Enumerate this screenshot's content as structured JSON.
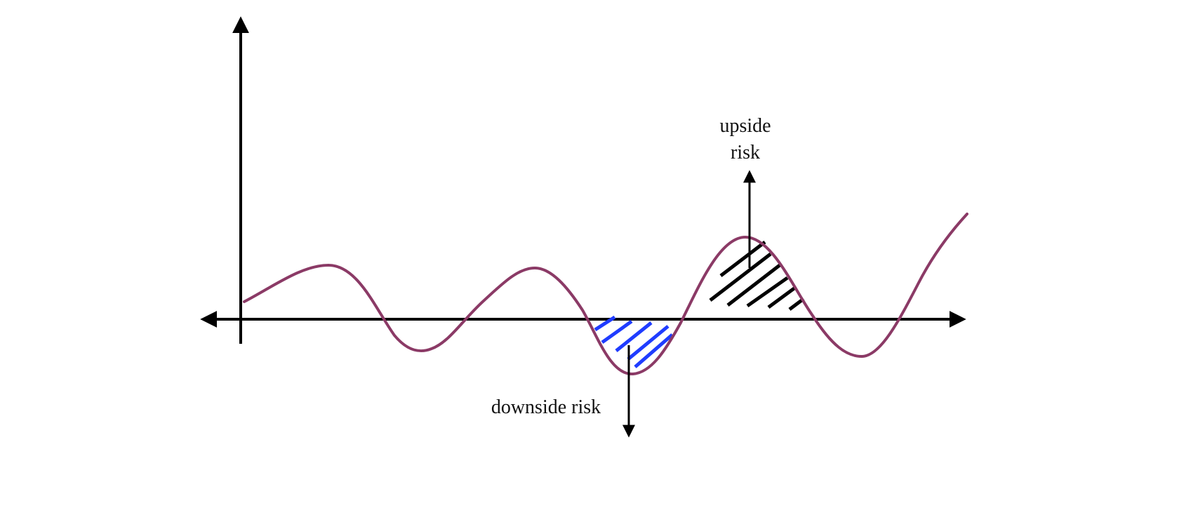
{
  "labels": {
    "upside_line1": "upside",
    "upside_line2": "risk",
    "downside": "downside risk"
  },
  "colors": {
    "curve": "#8b3a66",
    "axis": "#000000",
    "upside_hatch": "#000000",
    "downside_hatch": "#1f3cff"
  }
}
